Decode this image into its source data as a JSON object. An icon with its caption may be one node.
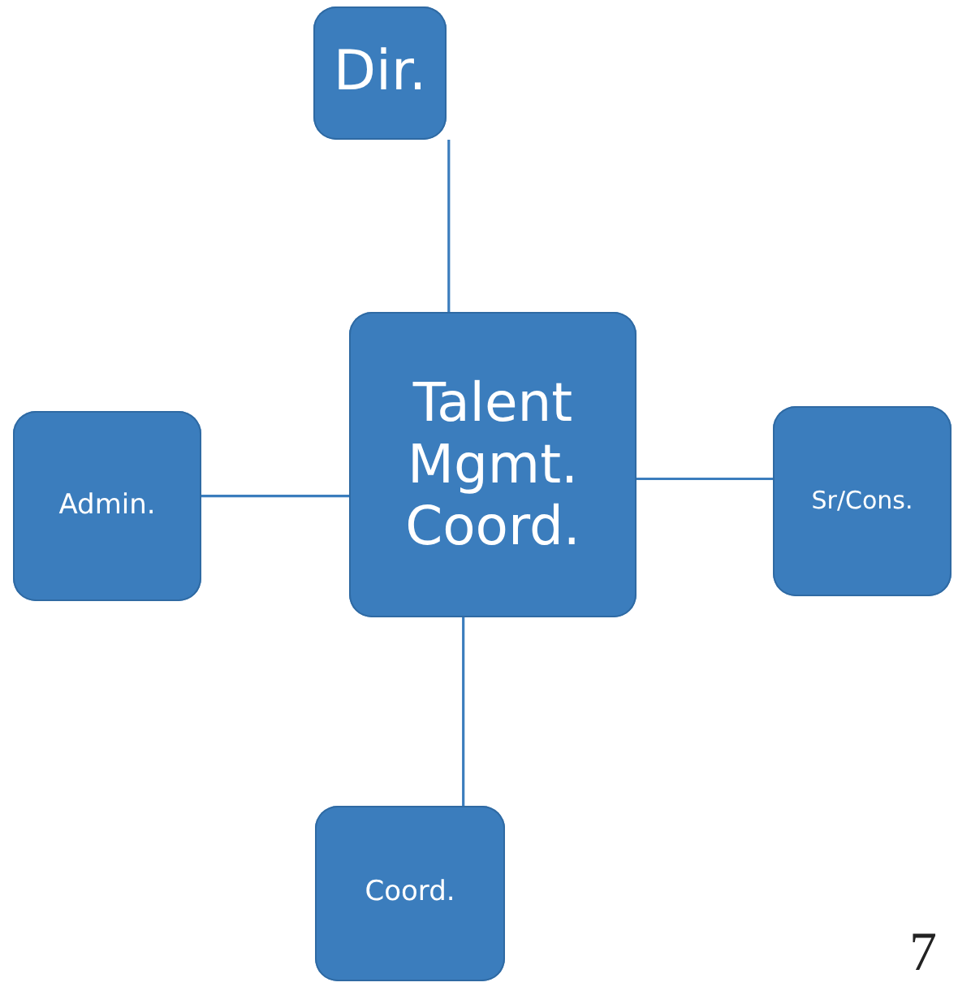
{
  "diagram": {
    "nodes": [
      {
        "text": [
          "Dir."
        ]
      },
      {
        "text": [
          "Talent Mgmt. Coord."
        ]
      },
      {
        "text": [
          "Admin."
        ]
      },
      {
        "text": [
          "Sr/Cons."
        ]
      },
      {
        "text": [
          "Coord."
        ]
      }
    ],
    "edges": [
      {
        "from": 1,
        "to": 0,
        "arrow": "none"
      },
      {
        "from": 2,
        "to": 1,
        "arrow": "none"
      },
      {
        "from": 1,
        "to": 3,
        "arrow": "none"
      },
      {
        "from": 1,
        "to": 4,
        "arrow": "none"
      }
    ],
    "labels": [
      "7"
    ]
  }
}
